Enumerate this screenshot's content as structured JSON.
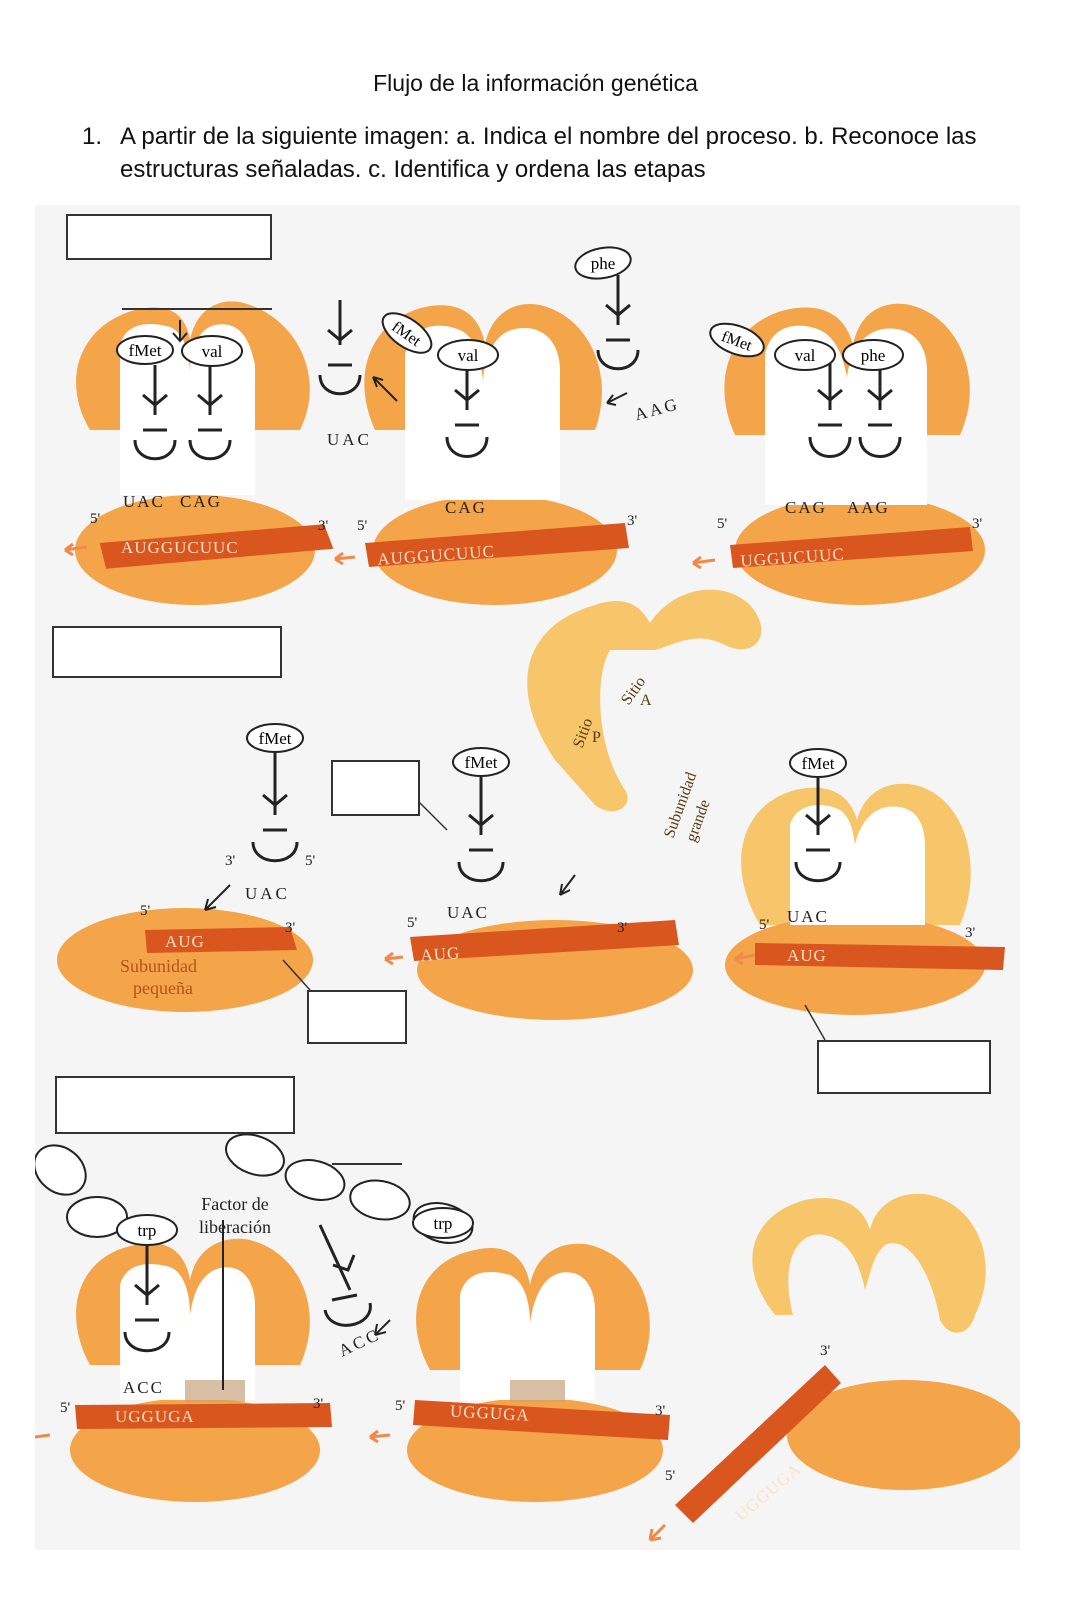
{
  "header": {
    "title": "Flujo de la información genética",
    "question_number": "1.",
    "question_text": "A partir de la siguiente imagen: a. Indica el nombre del proceso. b. Reconoce las estructuras señaladas. c. Identifica y ordena las etapas"
  },
  "labels": {
    "fmet": "fMet",
    "val": "val",
    "phe": "phe",
    "trp": "trp",
    "five_prime": "5'",
    "three_prime": "3'",
    "anticodon_uac": "UAC",
    "anticodon_cag": "CAG",
    "anticodon_aag": "AAG",
    "anticodon_acc": "ACC",
    "mrna_1": "AUGGUCUUC",
    "mrna_2": "AUGGUCUUC",
    "mrna_3": "UGGUCUUC",
    "mrna_4": "AUG",
    "mrna_5": "AUG",
    "mrna_6": "AUG",
    "mrna_7": "UGGUGA",
    "mrna_8": "UGGUGA",
    "mrna_9": "UGGUGA",
    "sitio_p_1": "Sitio",
    "sitio_p_2": "P",
    "sitio_a_1": "Sitio",
    "sitio_a_2": "A",
    "subunidad_grande_1": "Subunidad",
    "subunidad_grande_2": "grande",
    "subunidad_pequena_1": "Subunidad",
    "subunidad_pequena_2": "pequeña",
    "factor_1": "Factor de",
    "factor_2": "liberación"
  },
  "colors": {
    "ribosome_dark": "#f4a449",
    "ribosome_light": "#f7c66a",
    "mrna": "#d9561f",
    "arrow": "#f08a4b"
  }
}
